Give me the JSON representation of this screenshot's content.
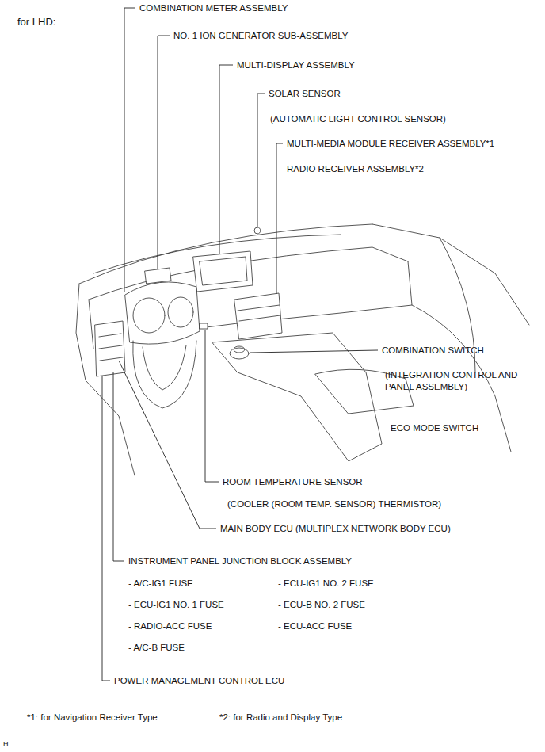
{
  "diagram": {
    "labels": [
      "for LHD:",
      "COMBINATION METER ASSEMBLY",
      "NO. 1 ION GENERATOR SUB-ASSEMBLY",
      "MULTI-DISPLAY ASSEMBLY",
      "SOLAR SENSOR",
      "(AUTOMATIC LIGHT CONTROL SENSOR)",
      "MULTI-MEDIA MODULE RECEIVER ASSEMBLY*1",
      "RADIO RECEIVER ASSEMBLY*2",
      "COMBINATION SWITCH",
      "(INTEGRATION CONTROL AND PANEL ASSEMBLY)",
      "- ECO MODE SWITCH",
      "ROOM TEMPERATURE SENSOR",
      "(COOLER (ROOM TEMP. SENSOR) THERMISTOR)",
      "MAIN BODY ECU (MULTIPLEX NETWORK BODY ECU)",
      "INSTRUMENT PANEL JUNCTION BLOCK ASSEMBLY",
      "- A/C-IG1 FUSE",
      "- ECU-IG1 NO. 2 FUSE",
      "- ECU-IG1 NO. 1 FUSE",
      "- ECU-B NO. 2 FUSE",
      "- RADIO-ACC FUSE",
      "- ECU-ACC FUSE",
      "- A/C-B FUSE",
      "POWER MANAGEMENT CONTROL ECU",
      "*1: for Navigation Receiver Type",
      "*2: for Radio and Display Type",
      "H"
    ]
  }
}
